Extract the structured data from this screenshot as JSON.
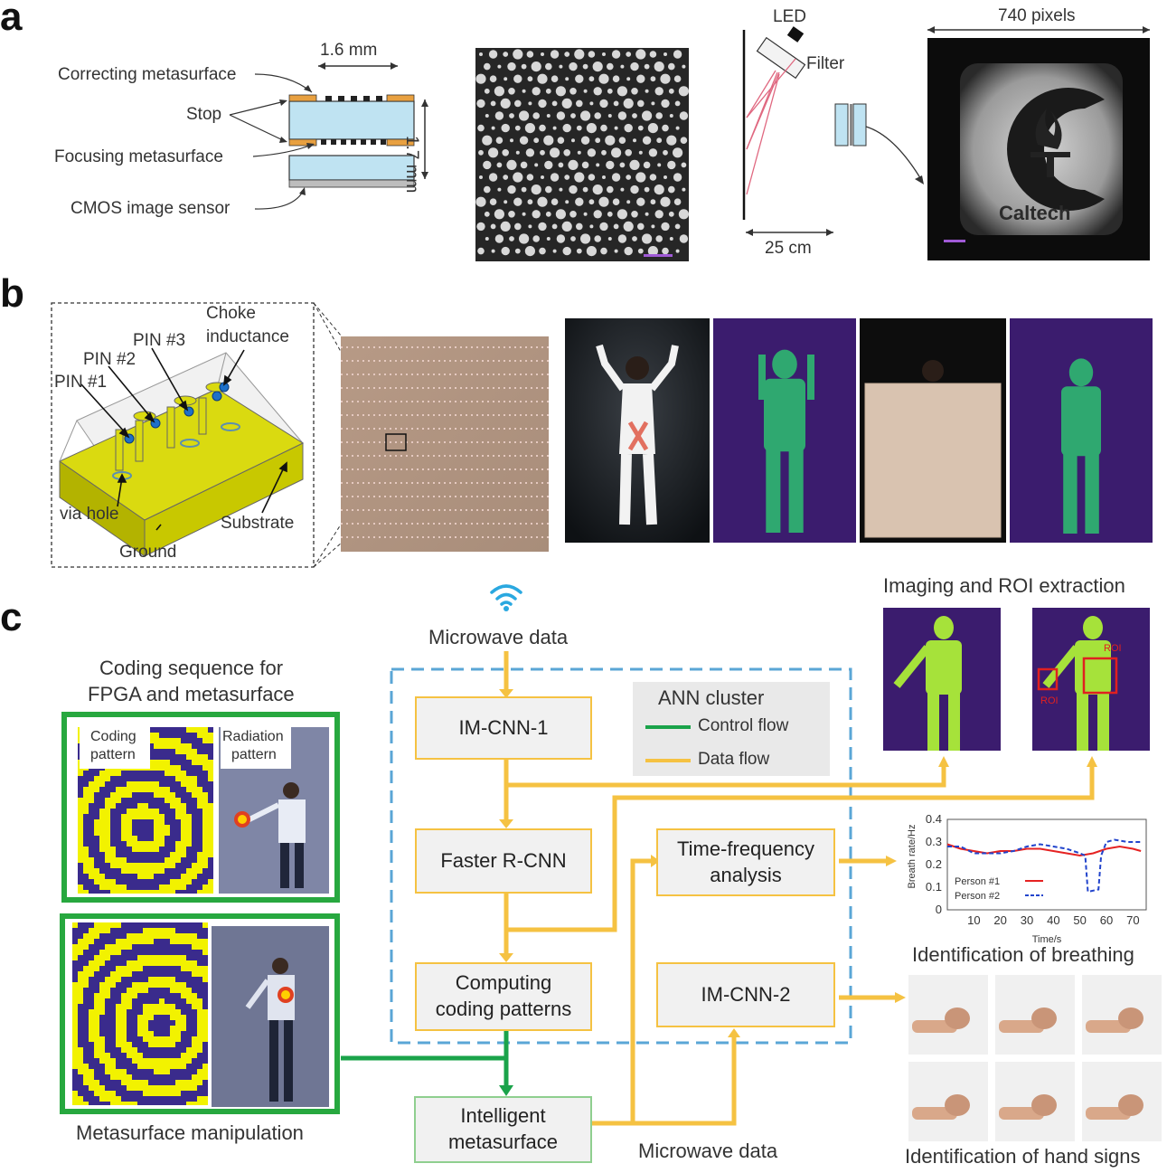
{
  "panels": {
    "a": "a",
    "b": "b",
    "c": "c"
  },
  "panel_a": {
    "dim_width": "1.6 mm",
    "dim_height": "1.7 mm",
    "correcting": "Correcting metasurface",
    "stop": "Stop",
    "focusing": "Focusing metasurface",
    "cmos": "CMOS image sensor",
    "led": "LED",
    "filter": "Filter",
    "distance": "25 cm",
    "pixels": "740 pixels",
    "logo_text": "Caltech"
  },
  "panel_b": {
    "choke": "Choke",
    "inductance": "inductance",
    "pin3": "PIN #3",
    "pin2": "PIN #2",
    "pin1": "PIN #1",
    "via_hole": "via hole",
    "substrate": "Substrate",
    "ground": "Ground"
  },
  "panel_c": {
    "microwave_top": "Microwave data",
    "coding_title_1": "Coding sequence for",
    "coding_title_2": "FPGA and metasurface",
    "coding_pattern_1": "Coding",
    "coding_pattern_2": "pattern",
    "radiation_pattern_1": "Radiation",
    "radiation_pattern_2": "pattern",
    "manipulation": "Metasurface manipulation",
    "imcnn1": "IM-CNN-1",
    "faster_rcnn": "Faster R-CNN",
    "computing_1": "Computing",
    "computing_2": "coding patterns",
    "intelligent_1": "Intelligent",
    "intelligent_2": "metasurface",
    "tf_1": "Time-frequency",
    "tf_2": "analysis",
    "imcnn2": "IM-CNN-2",
    "ann_cluster": "ANN cluster",
    "control_flow": "Control flow",
    "data_flow": "Data flow",
    "microwave_bottom": "Microwave data",
    "imaging_title": "Imaging and ROI extraction",
    "roi": "ROI",
    "breathing_title": "Identification of breathing",
    "hand_title": "Identification of hand signs"
  },
  "colors": {
    "flow_data": "#f5c242",
    "flow_control": "#1aa34a",
    "dashed_border": "#5aa6d6",
    "heat_bg": "#3b1c6e"
  },
  "chart_data": {
    "type": "line",
    "xlabel": "Time/s",
    "ylabel": "Breath rate/Hz",
    "xlim": [
      0,
      75
    ],
    "ylim": [
      0,
      0.4
    ],
    "xticks": [
      10,
      20,
      30,
      40,
      50,
      60,
      70
    ],
    "yticks": [
      0,
      0.1,
      0.2,
      0.3,
      0.4
    ],
    "series": [
      {
        "name": "Person #1",
        "color": "#e52222",
        "dash": false,
        "x": [
          0,
          5,
          10,
          15,
          20,
          25,
          30,
          35,
          40,
          45,
          50,
          55,
          60,
          65,
          70,
          73
        ],
        "y": [
          0.29,
          0.27,
          0.26,
          0.25,
          0.26,
          0.26,
          0.27,
          0.27,
          0.26,
          0.25,
          0.24,
          0.25,
          0.27,
          0.28,
          0.27,
          0.26
        ]
      },
      {
        "name": "Person #2",
        "color": "#2244cc",
        "dash": true,
        "x": [
          0,
          5,
          10,
          15,
          20,
          25,
          30,
          35,
          40,
          45,
          50,
          52,
          53,
          57,
          58,
          60,
          63,
          68,
          73
        ],
        "y": [
          0.28,
          0.28,
          0.25,
          0.25,
          0.25,
          0.26,
          0.28,
          0.29,
          0.28,
          0.27,
          0.25,
          0.24,
          0.08,
          0.09,
          0.24,
          0.3,
          0.31,
          0.3,
          0.3
        ]
      }
    ]
  }
}
